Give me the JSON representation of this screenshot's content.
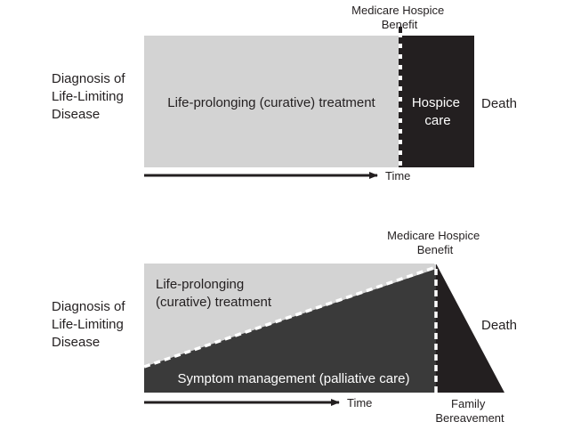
{
  "colors": {
    "curative": "#d3d3d3",
    "hospice": "#231f20",
    "palliative": "#3a3a3a",
    "text": "#231f20",
    "text_on_dark": "#ffffff"
  },
  "top_diagram": {
    "diagnosis_label": [
      "Diagnosis of",
      "Life-Limiting",
      "Disease"
    ],
    "curative_label": "Life-prolonging (curative) treatment",
    "hospice_label": [
      "Hospice",
      "care"
    ],
    "benefit_label": [
      "Medicare Hospice",
      "Benefit"
    ],
    "death_label": "Death",
    "time_label": "Time"
  },
  "bottom_diagram": {
    "diagnosis_label": [
      "Diagnosis of",
      "Life-Limiting",
      "Disease"
    ],
    "curative_label": [
      "Life-prolonging",
      "(curative) treatment"
    ],
    "palliative_label": "Symptom management (palliative care)",
    "benefit_label": [
      "Medicare Hospice",
      "Benefit"
    ],
    "death_label": "Death",
    "bereavement_label": [
      "Family",
      "Bereavement"
    ],
    "time_label": "Time"
  }
}
